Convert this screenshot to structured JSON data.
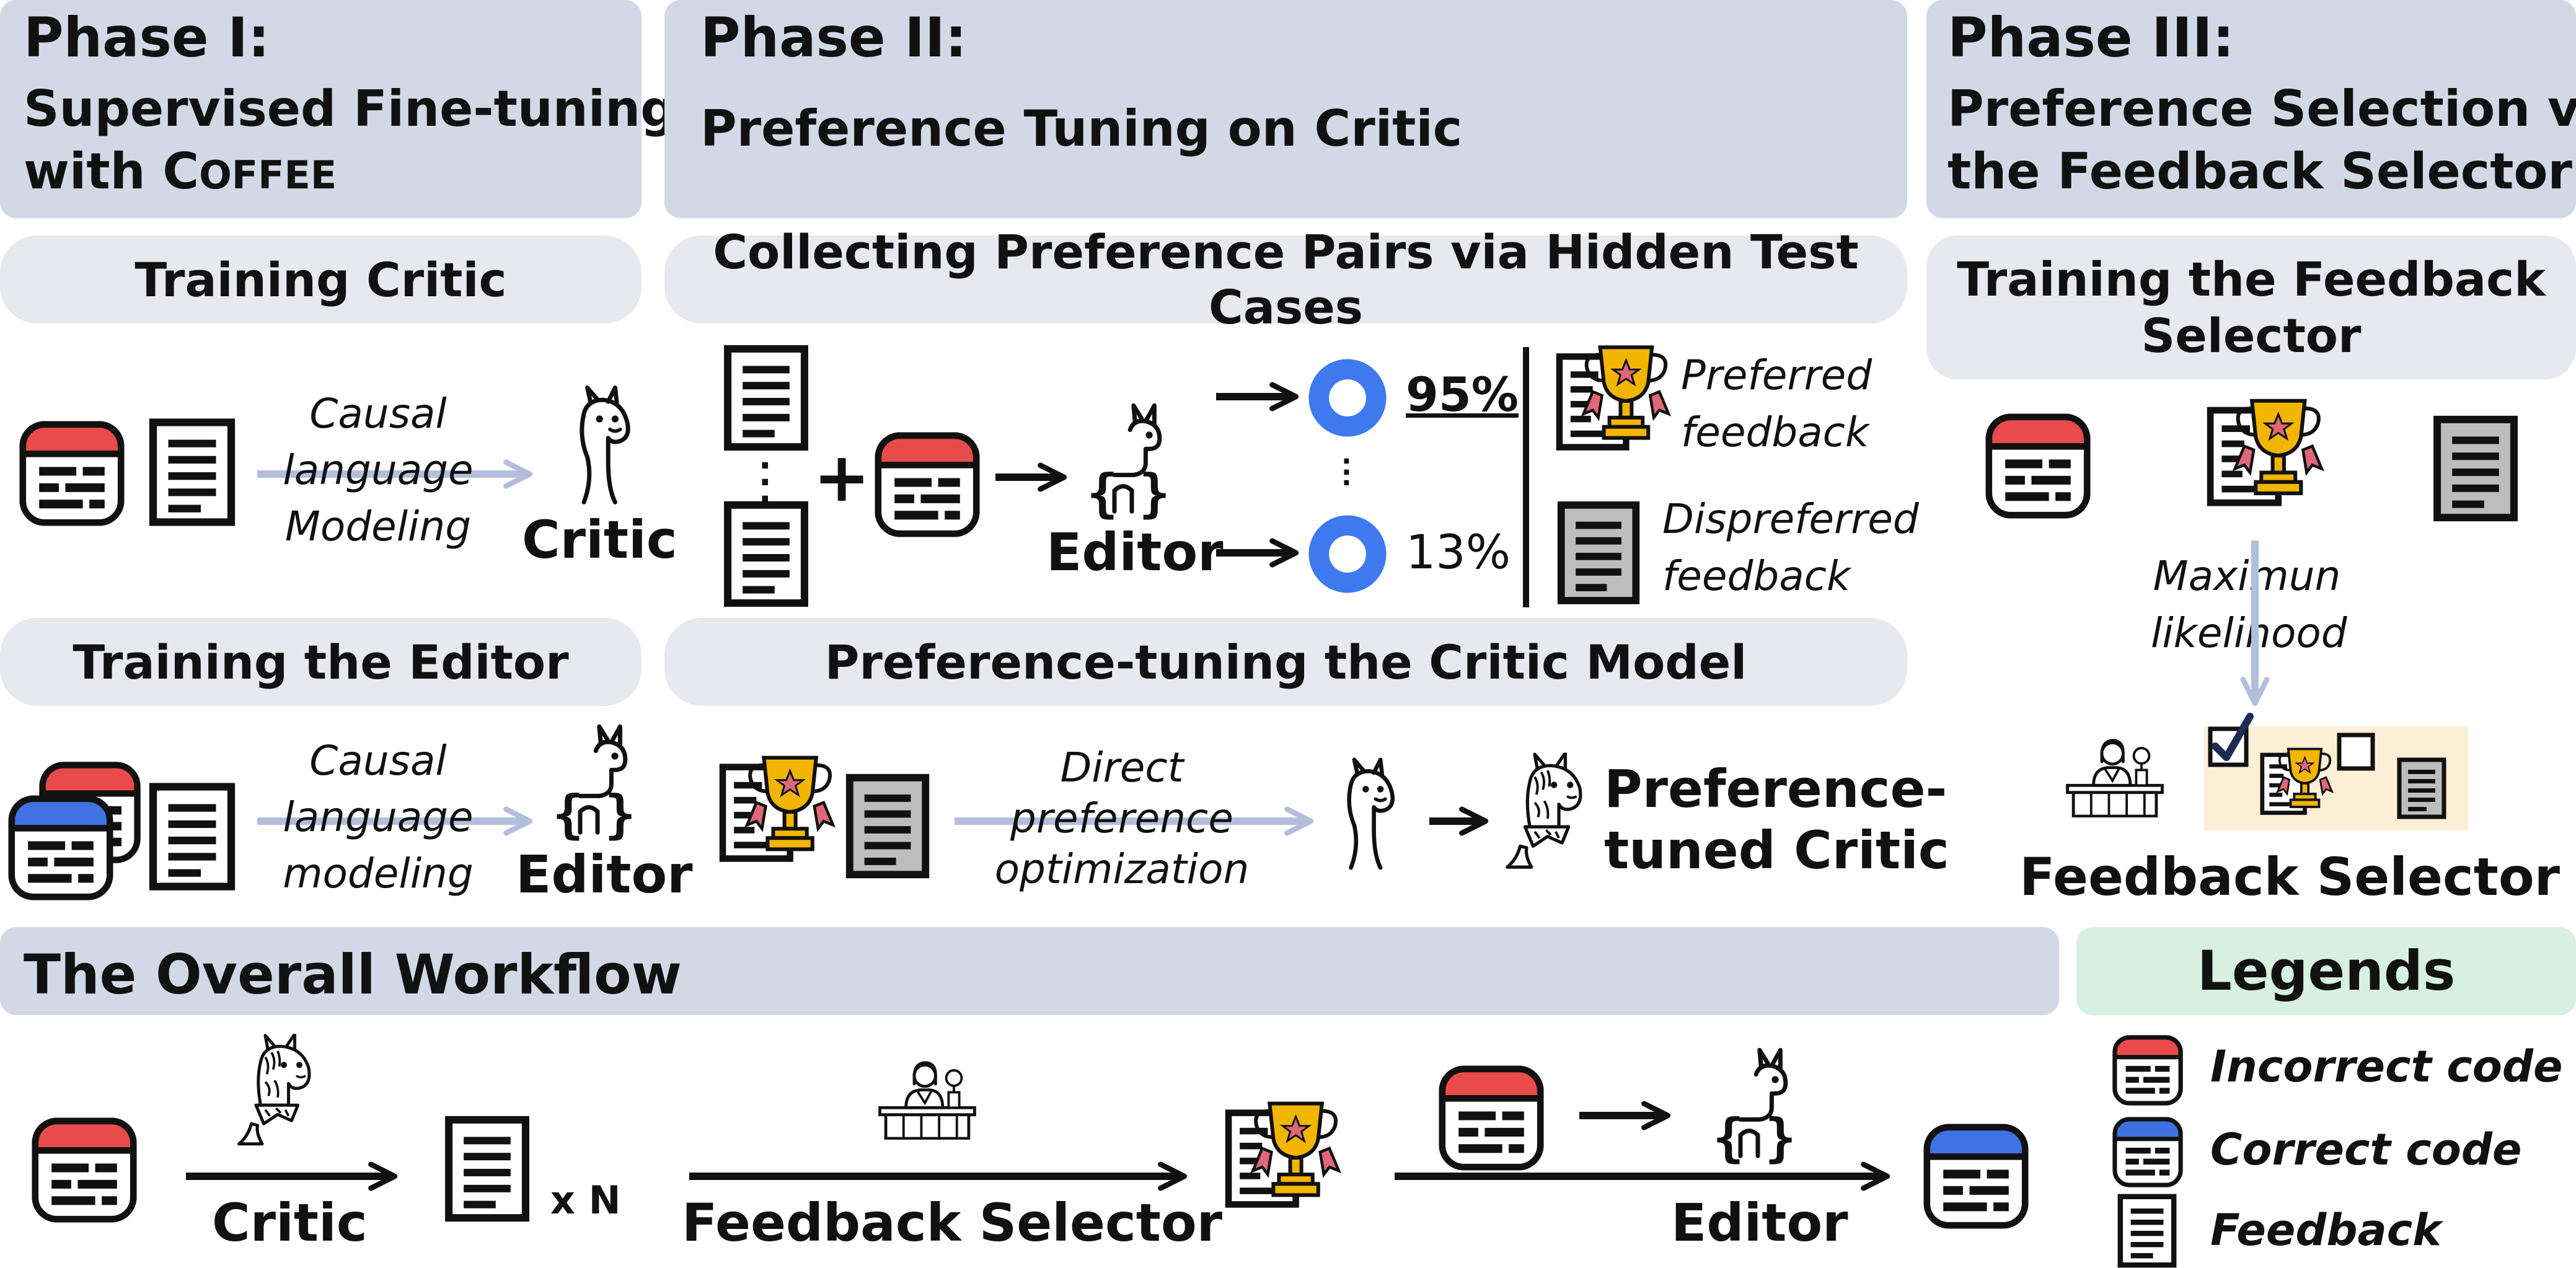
{
  "phase1": {
    "label": "Phase I:",
    "title_line1": "Supervised Fine-tuning",
    "title_line2": "with C",
    "title_smallcaps": "OFFEE",
    "training_critic": "Training Critic",
    "clm_line1": "Causal",
    "clm_line2": "language",
    "clm_line3": "Modeling",
    "critic": "Critic",
    "training_editor": "Training the Editor",
    "clm2_line1": "Causal",
    "clm2_line2": "language",
    "clm2_line3": "modeling",
    "editor": "Editor"
  },
  "phase2": {
    "label": "Phase II:",
    "title": "Preference Tuning on Critic",
    "collecting": "Collecting Preference Pairs via Hidden Test Cases",
    "editor": "Editor",
    "pct_high": "95%",
    "pct_low": "13%",
    "pct_high_value": 0.95,
    "pct_low_value": 0.13,
    "preferred_line1": "Preferred",
    "preferred_line2": "feedback",
    "dispreferred_line1": "Dispreferred",
    "dispreferred_line2": "feedback",
    "pref_tuning": "Preference-tuning the Critic Model",
    "dpo_line1": "Direct",
    "dpo_line2": "preference",
    "dpo_line3": "optimization",
    "tuned_line1": "Preference-",
    "tuned_line2": "tuned Critic"
  },
  "phase3": {
    "label": "Phase III:",
    "title_line1": "Preference Selection via",
    "title_line2": "the Feedback Selector",
    "training_line1": "Training the Feedback",
    "training_line2": "Selector",
    "ml_line1": "Maximun",
    "ml_line2": "likelihood",
    "selector": "Feedback Selector"
  },
  "workflow": {
    "title": "The Overall Workflow",
    "critic": "Critic",
    "times_n": "x N",
    "selector": "Feedback Selector",
    "editor": "Editor"
  },
  "legends": {
    "title": "Legends",
    "incorrect": "Incorrect code",
    "correct": "Correct code",
    "feedback": "Feedback"
  },
  "colors": {
    "phase_box": "#d2d8e6",
    "sub_box": "#e7e9ef",
    "legend_box": "#d8f0e2",
    "incorrect_red": "#e94b4b",
    "correct_blue": "#3f72e0",
    "ring_blue": "#3f79f0",
    "arrow_light": "#b3bedd",
    "trophy_gold": "#f2b500",
    "ribbon_pink": "#e0677a",
    "selector_bg": "#fbefd6"
  }
}
